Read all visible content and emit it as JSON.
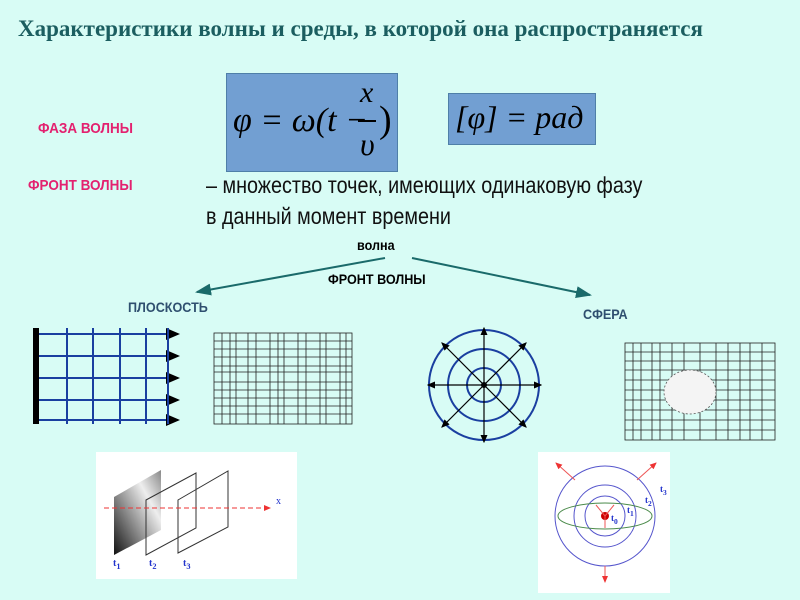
{
  "title": "Характеристики волны и среды, в которой она распространяется",
  "phase_label": "ФАЗА ВОЛНЫ",
  "phase_formula": {
    "lhs": "φ = ω(t −",
    "num": "x",
    "den": "υ",
    "close": ")"
  },
  "phase_unit": "[φ] = рад",
  "front_label": "ФРОНТ ВОЛНЫ",
  "front_definition_line1": "– множество точек, имеющих одинаковую фазу",
  "front_definition_line2": "в  данный момент времени",
  "tree": {
    "root": "волна",
    "middle": "ФРОНТ ВОЛНЫ",
    "left": "ПЛОСКОСТЬ",
    "right": "СФЕРА"
  },
  "plane_figure": {
    "labels": [
      "t",
      "t",
      "t"
    ],
    "subs": [
      "1",
      "2",
      "3"
    ],
    "axis": "x"
  },
  "sphere_figure": {
    "labels": [
      "t",
      "t",
      "t",
      "t"
    ],
    "subs": [
      "0",
      "1",
      "2",
      "3"
    ]
  },
  "colors": {
    "background": "#d8fcf5",
    "title": "#1b5e60",
    "accent": "#e3216f",
    "formula_box": "#729fd2",
    "wave_lines": "#1a3fa0"
  }
}
